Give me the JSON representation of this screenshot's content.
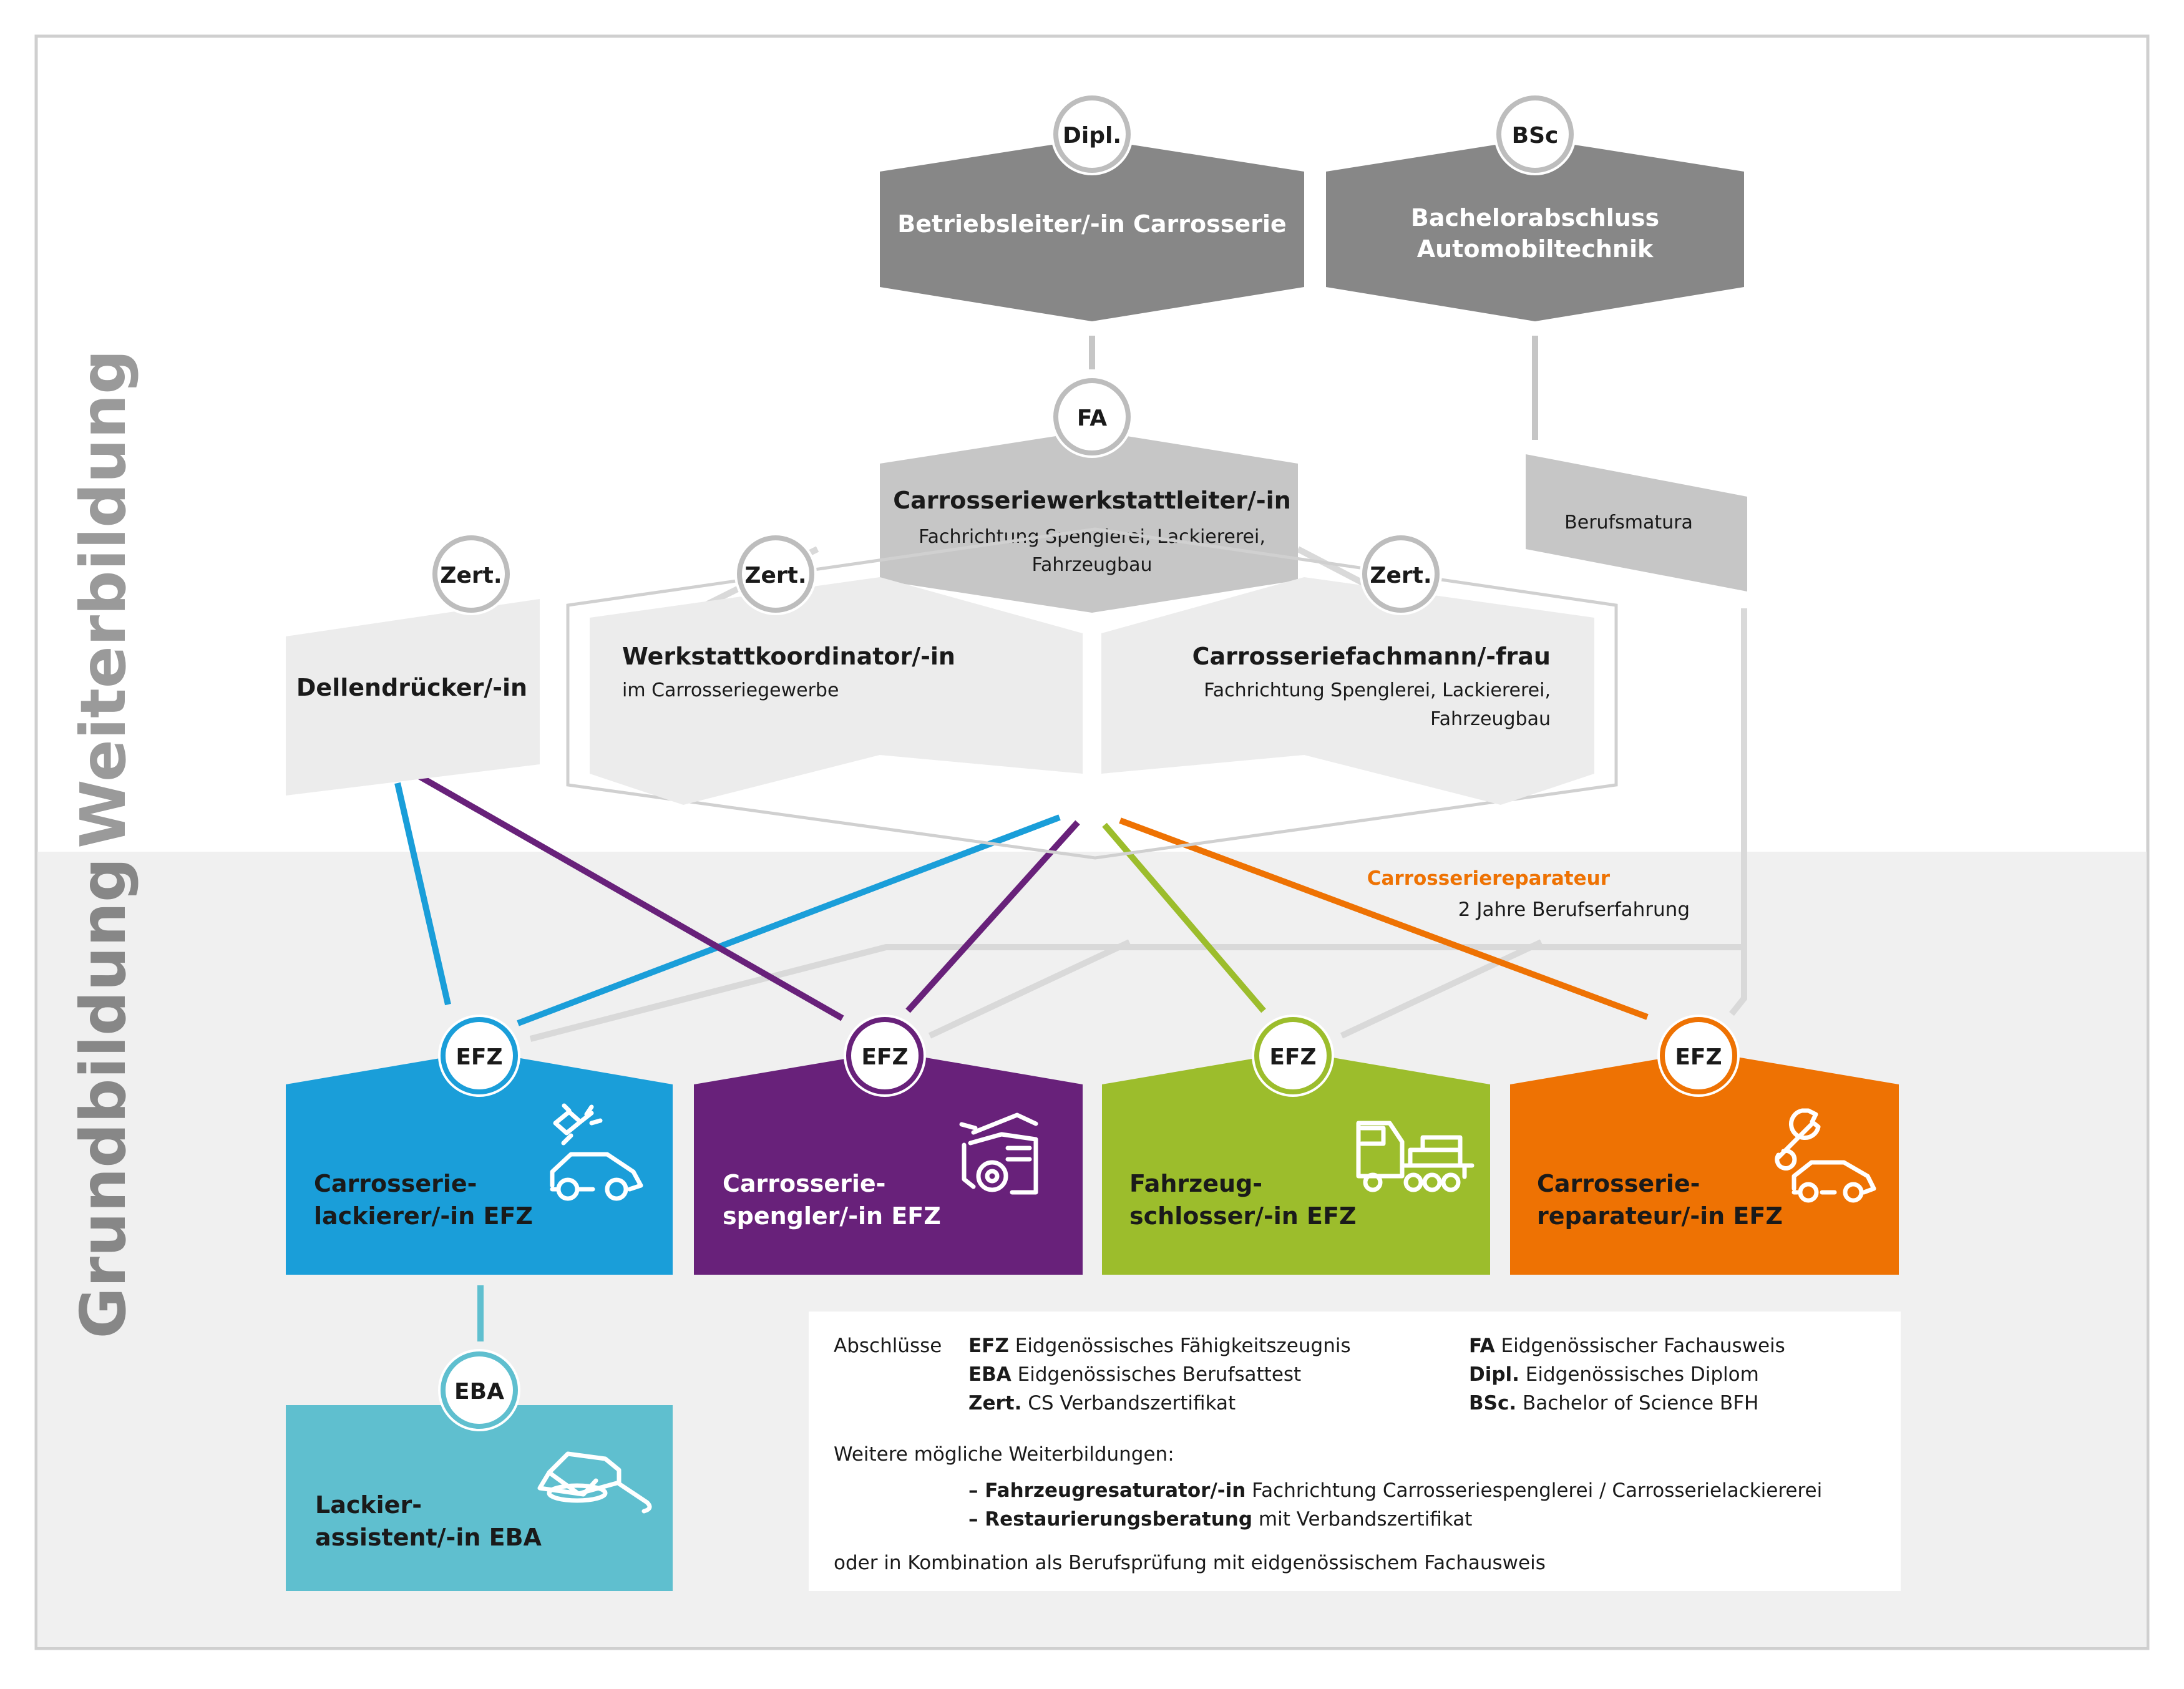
{
  "sections": {
    "weiterbildung": "Weiterbildung",
    "grundbildung": "Grundbildung"
  },
  "badges": {
    "dipl": "Dipl.",
    "bsc": "BSc",
    "fa": "FA",
    "zert": "Zert.",
    "efz": "EFZ",
    "eba": "EBA"
  },
  "top": {
    "betriebsleiter": "Betriebsleiter/-in Carrosserie",
    "bachelor_line1": "Bachelorabschluss",
    "bachelor_line2": "Automobiltechnik"
  },
  "middle": {
    "werkstattleiter_title": "Carrosseriewerkstattleiter/-in",
    "werkstattleiter_sub1": "Fachrichtung Spenglerei, Lackiererei,",
    "werkstattleiter_sub2": "Fahrzeugbau",
    "berufsmatura": "Berufsmatura"
  },
  "zert": {
    "dellendruecker": "Dellendrücker/-in",
    "koordinator_title": "Werkstattkoordinator/-in",
    "koordinator_sub": "im Carrosseriegewerbe",
    "fachmann_title": "Carrosseriefachmann/-frau",
    "fachmann_sub1": "Fachrichtung Spenglerei, Lackiererei,",
    "fachmann_sub2": "Fahrzeugbau"
  },
  "note": {
    "title": "Carrosseriereparateur",
    "sub": "2 Jahre Berufserfahrung"
  },
  "efz": [
    {
      "line1": "Carrosserie-",
      "line2": "lackierer/-in EFZ",
      "color": "#1a9ed9",
      "icon": "spray-car-icon"
    },
    {
      "line1": "Carrosserie-",
      "line2": "spengler/-in EFZ",
      "color": "#68217a",
      "icon": "car-hood-icon"
    },
    {
      "line1": "Fahrzeug-",
      "line2": "schlosser/-in EFZ",
      "color": "#9cbd2c",
      "icon": "truck-icon"
    },
    {
      "line1": "Carrosserie-",
      "line2": "reparateur/-in EFZ",
      "color": "#ee7203",
      "icon": "wrench-car-icon"
    }
  ],
  "eba": {
    "line1": "Lackier-",
    "line2": "assistent/-in EBA",
    "color": "#5fbfcf",
    "icon": "polisher-icon"
  },
  "legend": {
    "label": "Abschlüsse",
    "items_left": [
      {
        "abbr": "EFZ",
        "text": " Eidgenössisches Fähigkeitszeugnis"
      },
      {
        "abbr": "EBA",
        "text": " Eidgenössisches Berufsattest"
      },
      {
        "abbr": "Zert.",
        "text": " CS Verbandszertifikat"
      }
    ],
    "items_right": [
      {
        "abbr": "FA",
        "text": " Eidgenössischer Fachausweis"
      },
      {
        "abbr": "Dipl.",
        "text": " Eidgenössisches Diplom"
      },
      {
        "abbr": "BSc.",
        "text": " Bachelor of Science BFH"
      }
    ],
    "further_title": "Weitere mögliche Weiterbildungen:",
    "further": [
      {
        "bold": "– Fahrzeugresaturator/-in",
        "text": " Fachrichtung Carrosseriespenglerei / Carrosserielackiererei"
      },
      {
        "bold": "– Restaurierungsberatung",
        "text": " mit Verbandszertifikat"
      }
    ],
    "combination": "oder in Kombination als Berufsprüfung mit eidgenössischem Fachausweis"
  },
  "colors": {
    "blue": "#1a9ed9",
    "purple": "#68217a",
    "green": "#9cbd2c",
    "orange": "#ee7203",
    "teal": "#5fbfcf",
    "dark_grey": "#878787",
    "mid_grey": "#c6c6c6",
    "light_grey": "#ececec"
  }
}
